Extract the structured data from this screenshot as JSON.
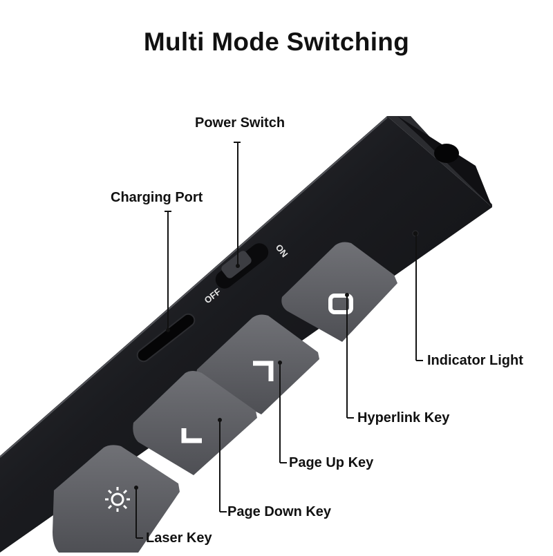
{
  "title": "Multi Mode Switching",
  "switch": {
    "on_label": "ON",
    "off_label": "OFF"
  },
  "callouts": {
    "power_switch": "Power Switch",
    "charging_port": "Charging Port",
    "indicator_light": "Indicator Light",
    "hyperlink_key": "Hyperlink Key",
    "page_up_key": "Page Up Key",
    "page_down_key": "Page Down Key",
    "laser_key": "Laser Key"
  },
  "icons": {
    "hyperlink_key": "rounded-square-icon",
    "page_up_key": "chevron-up-right-icon",
    "page_down_key": "chevron-down-left-icon",
    "laser_key": "sun-icon"
  },
  "colors": {
    "body": "#1c1d21",
    "key": "#5a5b60",
    "key_icon": "#ffffff",
    "text": "#111111"
  }
}
